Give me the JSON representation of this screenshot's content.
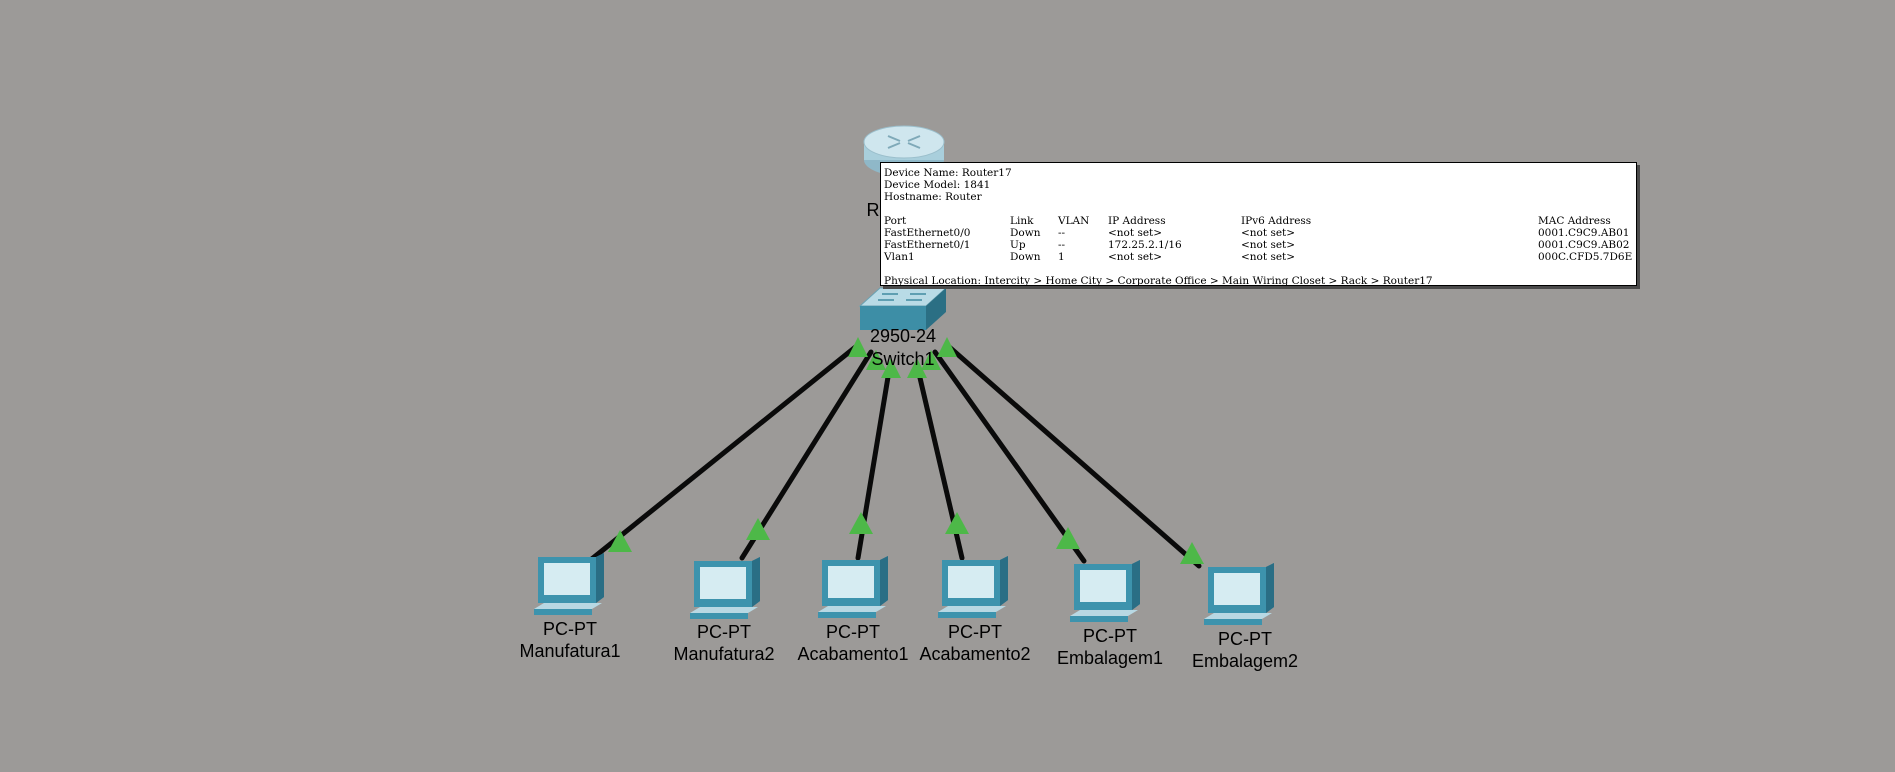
{
  "colors": {
    "background": "#9c9a98",
    "cable": "#0a0a0a",
    "link_up": "#4db848",
    "arrow": "#e8201c"
  },
  "devices": {
    "router": {
      "label_visible": "Ro",
      "icon": "router-icon"
    },
    "switch": {
      "model": "2950-24",
      "name": "Switch1",
      "icon": "switch-icon"
    },
    "pcs": [
      {
        "model": "PC-PT",
        "name": "Manufatura1",
        "icon": "pc-icon"
      },
      {
        "model": "PC-PT",
        "name": "Manufatura2",
        "icon": "pc-icon"
      },
      {
        "model": "PC-PT",
        "name": "Acabamento1",
        "icon": "pc-icon"
      },
      {
        "model": "PC-PT",
        "name": "Acabamento2",
        "icon": "pc-icon"
      },
      {
        "model": "PC-PT",
        "name": "Embalagem1",
        "icon": "pc-icon"
      },
      {
        "model": "PC-PT",
        "name": "Embalagem2",
        "icon": "pc-icon"
      }
    ]
  },
  "tooltip": {
    "device_name": "Device Name: Router17",
    "device_model": "Device Model: 1841",
    "hostname": "Hostname: Router",
    "headers": {
      "port": "Port",
      "link": "Link",
      "vlan": "VLAN",
      "ip": "IP Address",
      "ipv6": "IPv6 Address",
      "mac": "MAC Address"
    },
    "rows": [
      {
        "port": "FastEthernet0/0",
        "link": "Down",
        "vlan": "--",
        "ip": "<not set>",
        "ipv6": "<not set>",
        "mac": "0001.C9C9.AB01"
      },
      {
        "port": "FastEthernet0/1",
        "link": "Up",
        "vlan": "--",
        "ip": "172.25.2.1/16",
        "ipv6": "<not set>",
        "mac": "0001.C9C9.AB02"
      },
      {
        "port": "Vlan1",
        "link": "Down",
        "vlan": "1",
        "ip": "<not set>",
        "ipv6": "<not set>",
        "mac": "000C.CFD5.7D6E"
      }
    ],
    "physical_location": "Physical Location: Intercity > Home City > Corporate Office > Main Wiring Closet > Rack > Router17"
  }
}
